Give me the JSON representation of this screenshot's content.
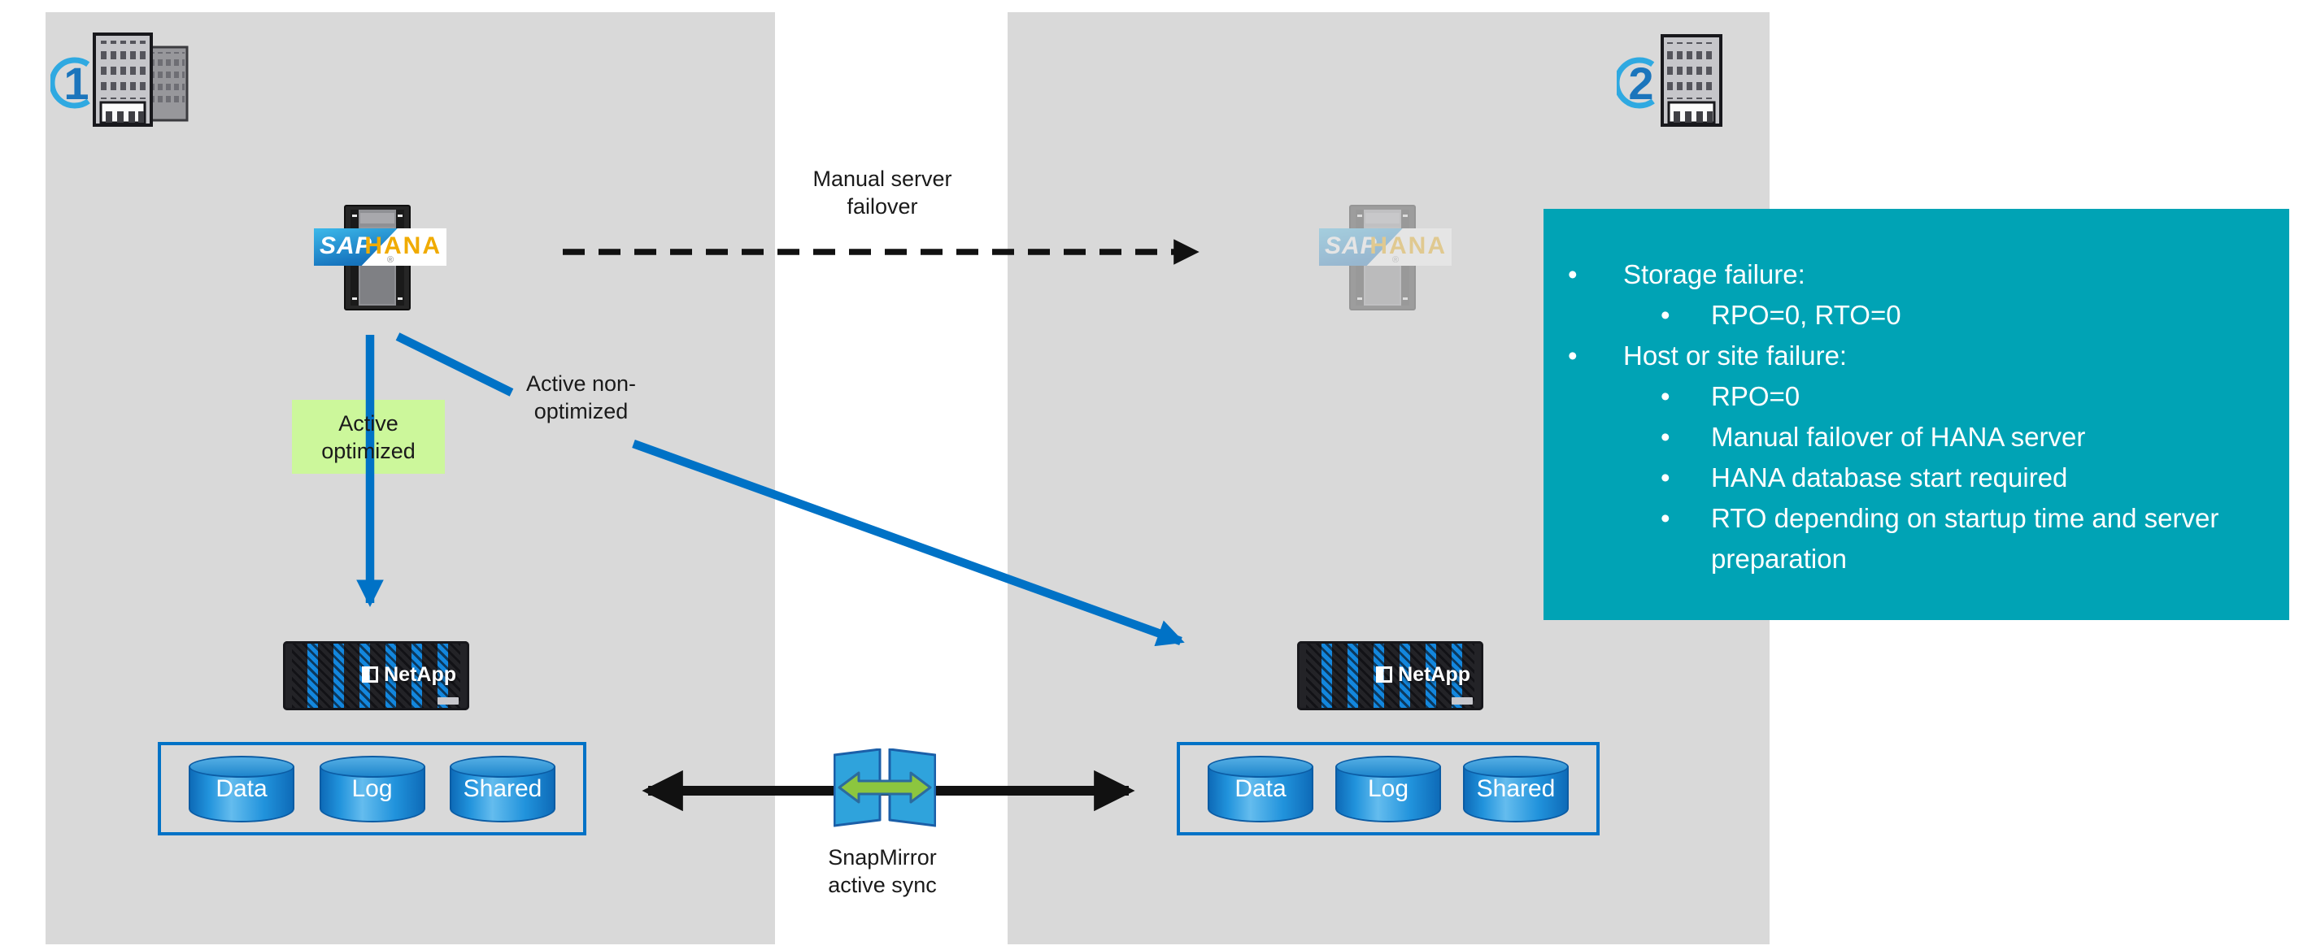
{
  "colors": {
    "panel_gray": "#D9D9D9",
    "accent_blue": "#0072C6",
    "light_blue": "#2FA9E1",
    "number_blue": "#1B75BC",
    "teal_box": "#00A3B5",
    "green_label_bg": "#CCF79B",
    "sap_orange": "#F0AB00",
    "arrow_green": "#8CC63F",
    "storage_stripe_blue": "#1387DE",
    "arrow_black": "#111111"
  },
  "sites": {
    "site1": {
      "number": "1"
    },
    "site2": {
      "number": "2"
    }
  },
  "sap_hana_logo": {
    "sap": "SAP",
    "hana": "HANA",
    "registered": "®"
  },
  "labels": {
    "manual_server_failover": "Manual server failover",
    "active_optimized": "Active optimized",
    "active_non_optimized": "Active non-optimized",
    "snapmirror_active_sync": "SnapMirror active sync"
  },
  "storage": {
    "brand": "NetApp"
  },
  "volumes": [
    "Data",
    "Log",
    "Shared"
  ],
  "info_box": {
    "bullet": "•",
    "items": [
      {
        "level": 1,
        "text": "Storage failure:"
      },
      {
        "level": 2,
        "text": "RPO=0, RTO=0"
      },
      {
        "level": 1,
        "text": "Host or site failure:"
      },
      {
        "level": 2,
        "text": "RPO=0"
      },
      {
        "level": 2,
        "text": "Manual failover of HANA server"
      },
      {
        "level": 2,
        "text": "HANA database start required"
      },
      {
        "level": 2,
        "text": "RTO depending on startup time and server preparation"
      }
    ]
  }
}
